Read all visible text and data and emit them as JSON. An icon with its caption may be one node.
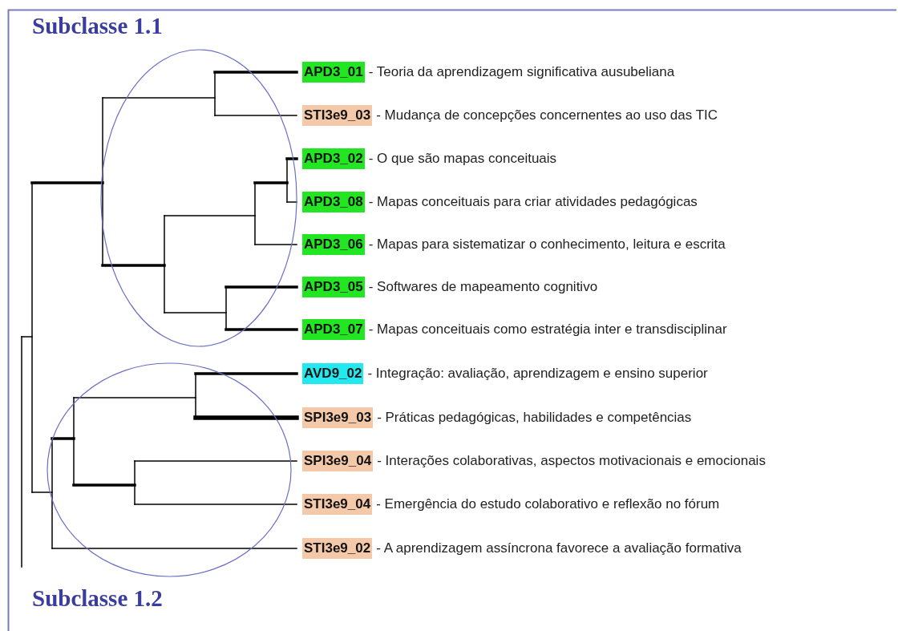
{
  "diagram": {
    "nodes": [
      {
        "text": [],
        "shape": "ellipse"
      },
      {
        "text": [
          "APD3_01",
          "- Teoria da aprendizagem significativa ausubeliana"
        ]
      },
      {
        "text": [
          "STI3e9_03",
          "- Mudança de concepções concernentes ao uso das TIC"
        ]
      },
      {
        "text": [
          "APD3_02",
          "- O que são mapas conceituais"
        ]
      },
      {
        "text": [
          "APD3_08",
          "- Mapas conceituais para criar atividades pedagógicas"
        ]
      },
      {
        "text": [
          "APD3_06",
          "- Mapas para sistematizar o conhecimento, leitura e escrita"
        ]
      },
      {
        "text": [
          "APD3_05",
          "- Softwares de mapeamento cognitivo"
        ]
      },
      {
        "text": [
          "APD3_07",
          "- Mapas conceituais como estratégia inter e transdisciplinar"
        ]
      },
      {
        "text": [
          "AVD9_02",
          "- Integração: avaliação, aprendizagem e ensino superior"
        ]
      },
      {
        "text": [
          "SPI3e9_03",
          "- Práticas pedagógicas, habilidades e competências"
        ]
      },
      {
        "text": [
          "SPI3e9_04",
          "- Interações colaborativas, aspectos motivacionais e emocionais"
        ]
      },
      {
        "text": [
          "STI3e9_04",
          "- Emergência do estudo colaborativo e reflexão no fórum"
        ]
      },
      {
        "text": [
          "STI3e9_02",
          "- A aprendizagem assíncrona favorece a avaliação formativa"
        ]
      },
      {
        "text": [],
        "shape": "ellipse"
      }
    ],
    "labels": [
      "Subclasse 1.1",
      "Subclasse 1.2"
    ]
  }
}
